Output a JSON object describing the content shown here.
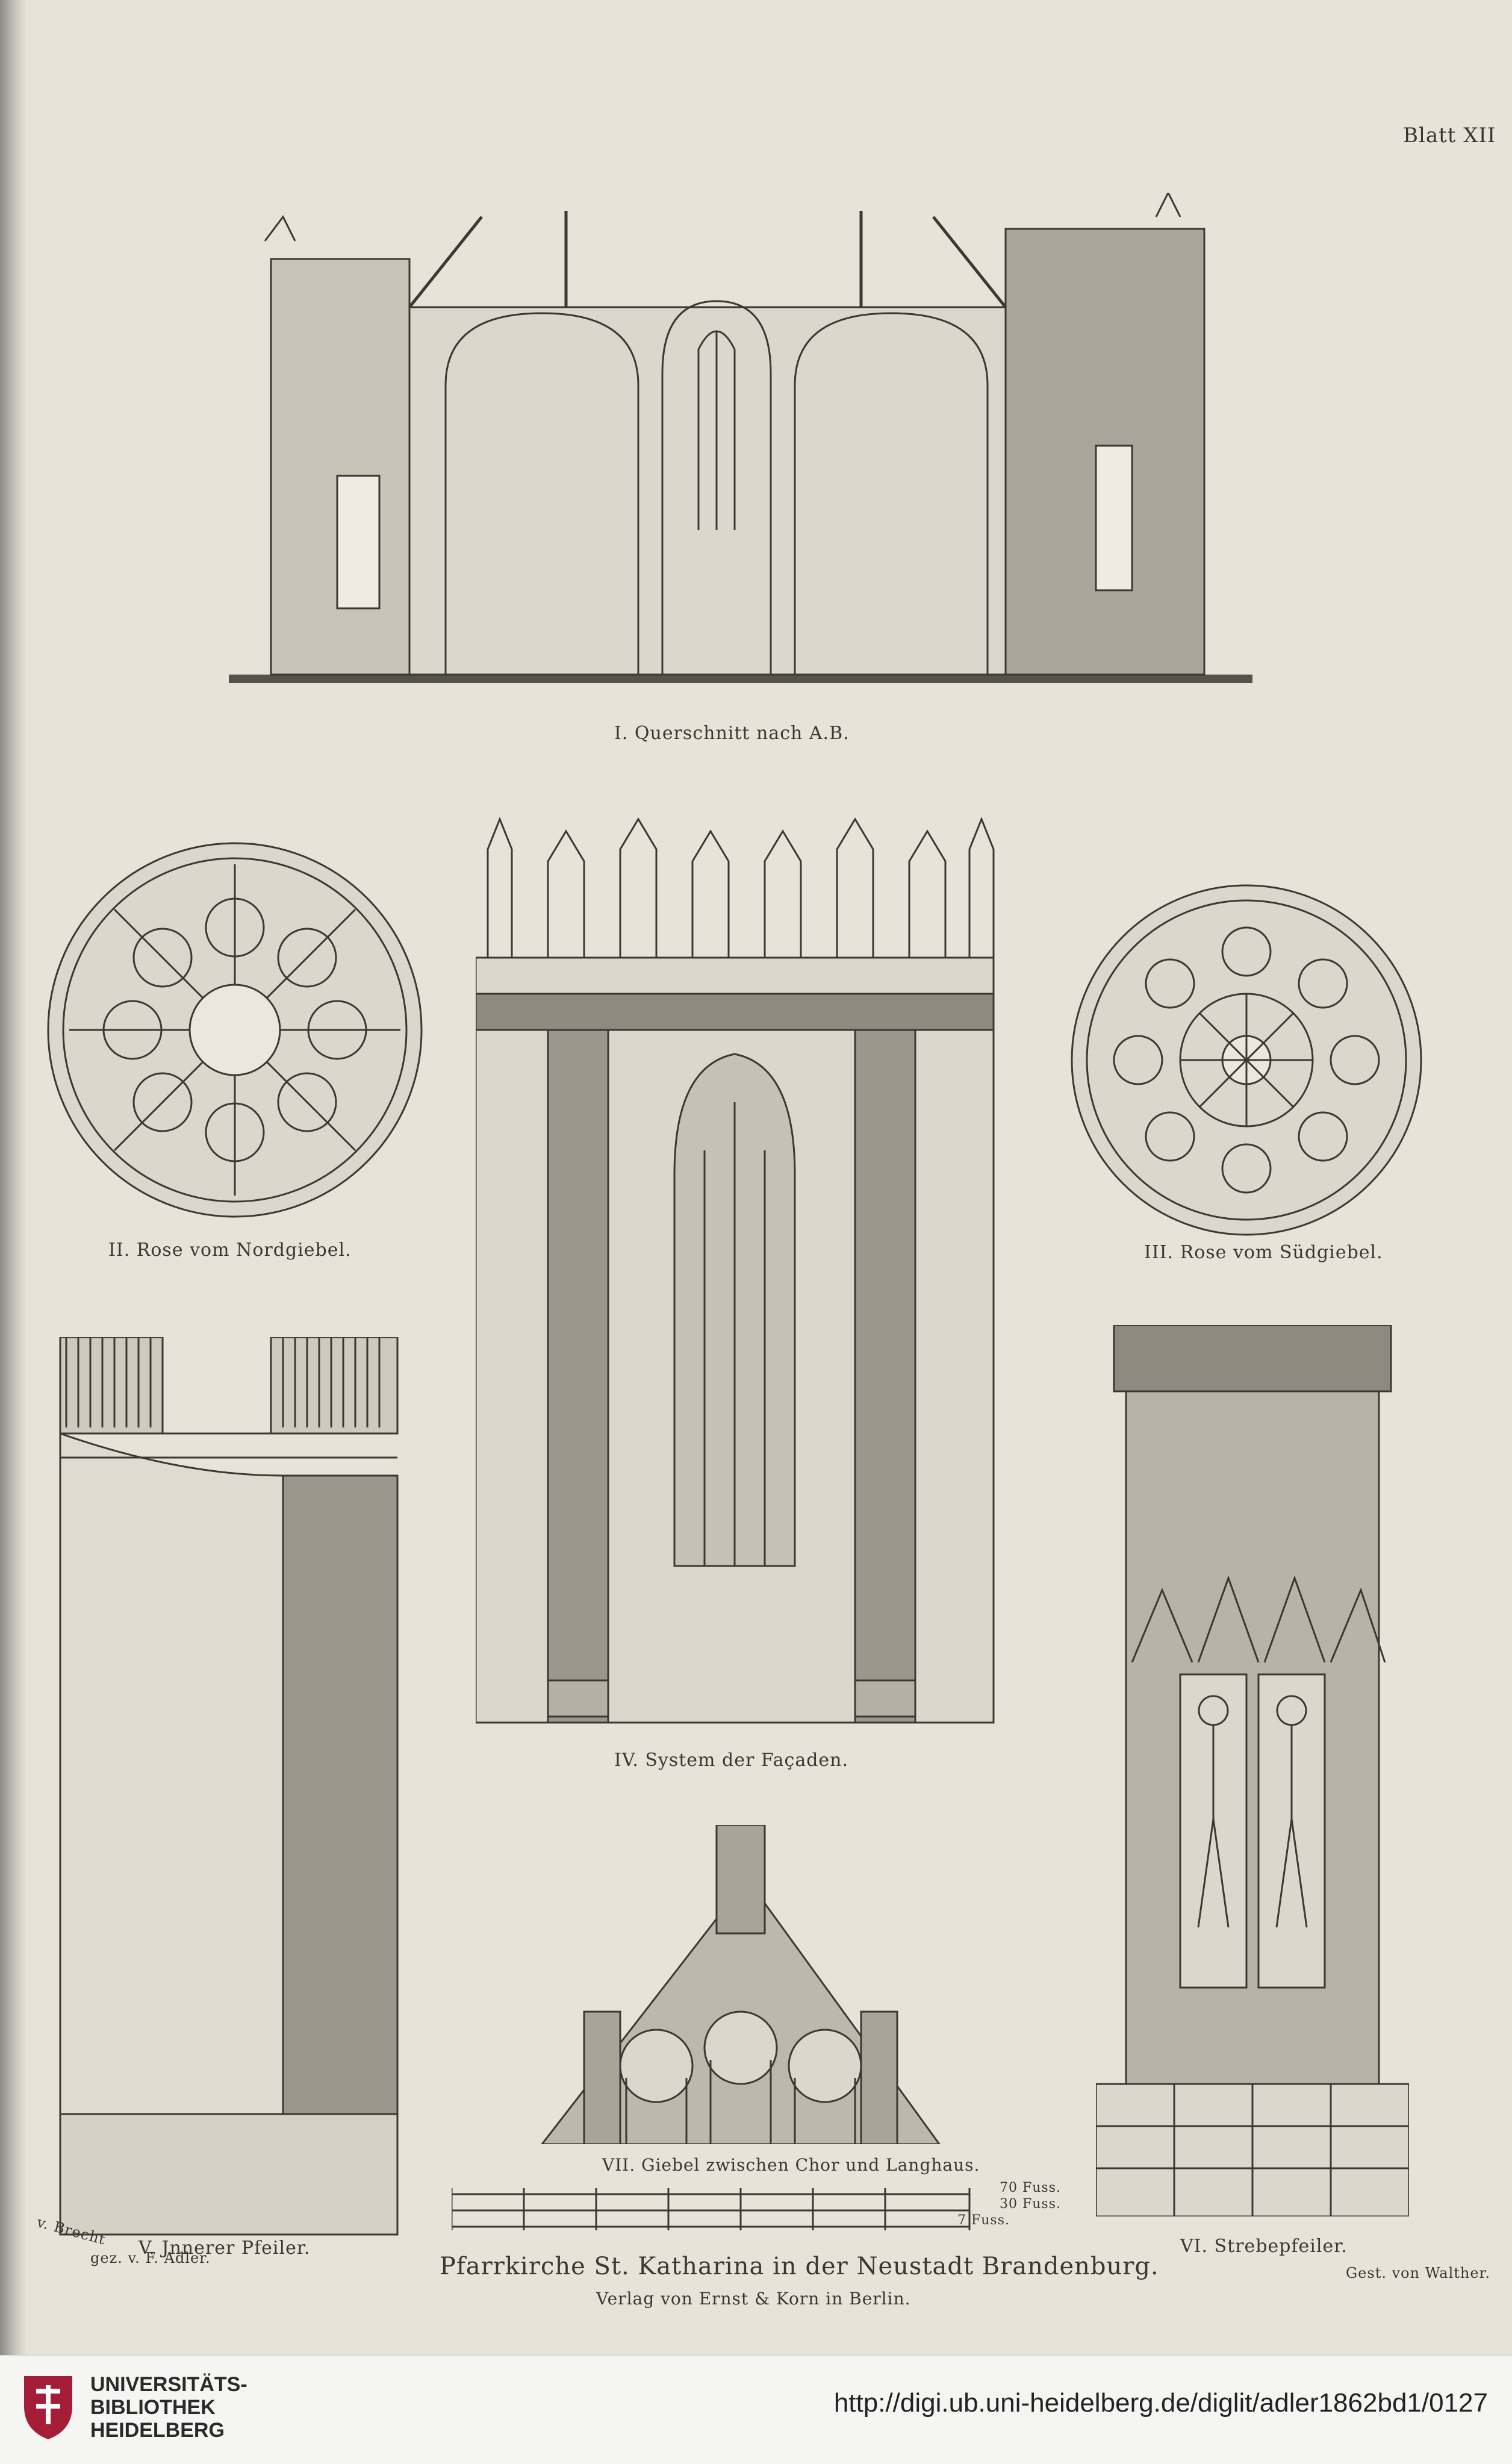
{
  "sheet": {
    "plate_number": "Blatt XII",
    "figures": {
      "fig1": "I. Querschnitt nach A.B.",
      "fig2": "II. Rose vom Nordgiebel.",
      "fig3": "III. Rose vom Südgiebel.",
      "fig4": "IV. System der Façaden.",
      "fig5": "V. Jnnerer Pfeiler.",
      "fig6": "VI. Strebepfeiler.",
      "fig7": "VII. Giebel zwischen Chor und Langhaus."
    },
    "scale_bar": {
      "row1_unit": "70 Fuss.",
      "row2_unit": "30 Fuss.",
      "row3_unit": "7 Fuss."
    },
    "drawn_by": "gez. v. F. Adler.",
    "drawn_by_side": "v. Brecht",
    "title": "Pfarrkirche St. Katharina in der Neustadt Brandenburg.",
    "publisher": "Verlag von Ernst & Korn in Berlin.",
    "engraver": "Gest. von Walther."
  },
  "footer": {
    "library_name": [
      "UNIVERSITÄTS-",
      "BIBLIOTHEK",
      "HEIDELBERG"
    ],
    "url": "http://digi.ub.uni-heidelberg.de/diglit/adler1862bd1/0127",
    "brand_color": "#a51e37"
  }
}
